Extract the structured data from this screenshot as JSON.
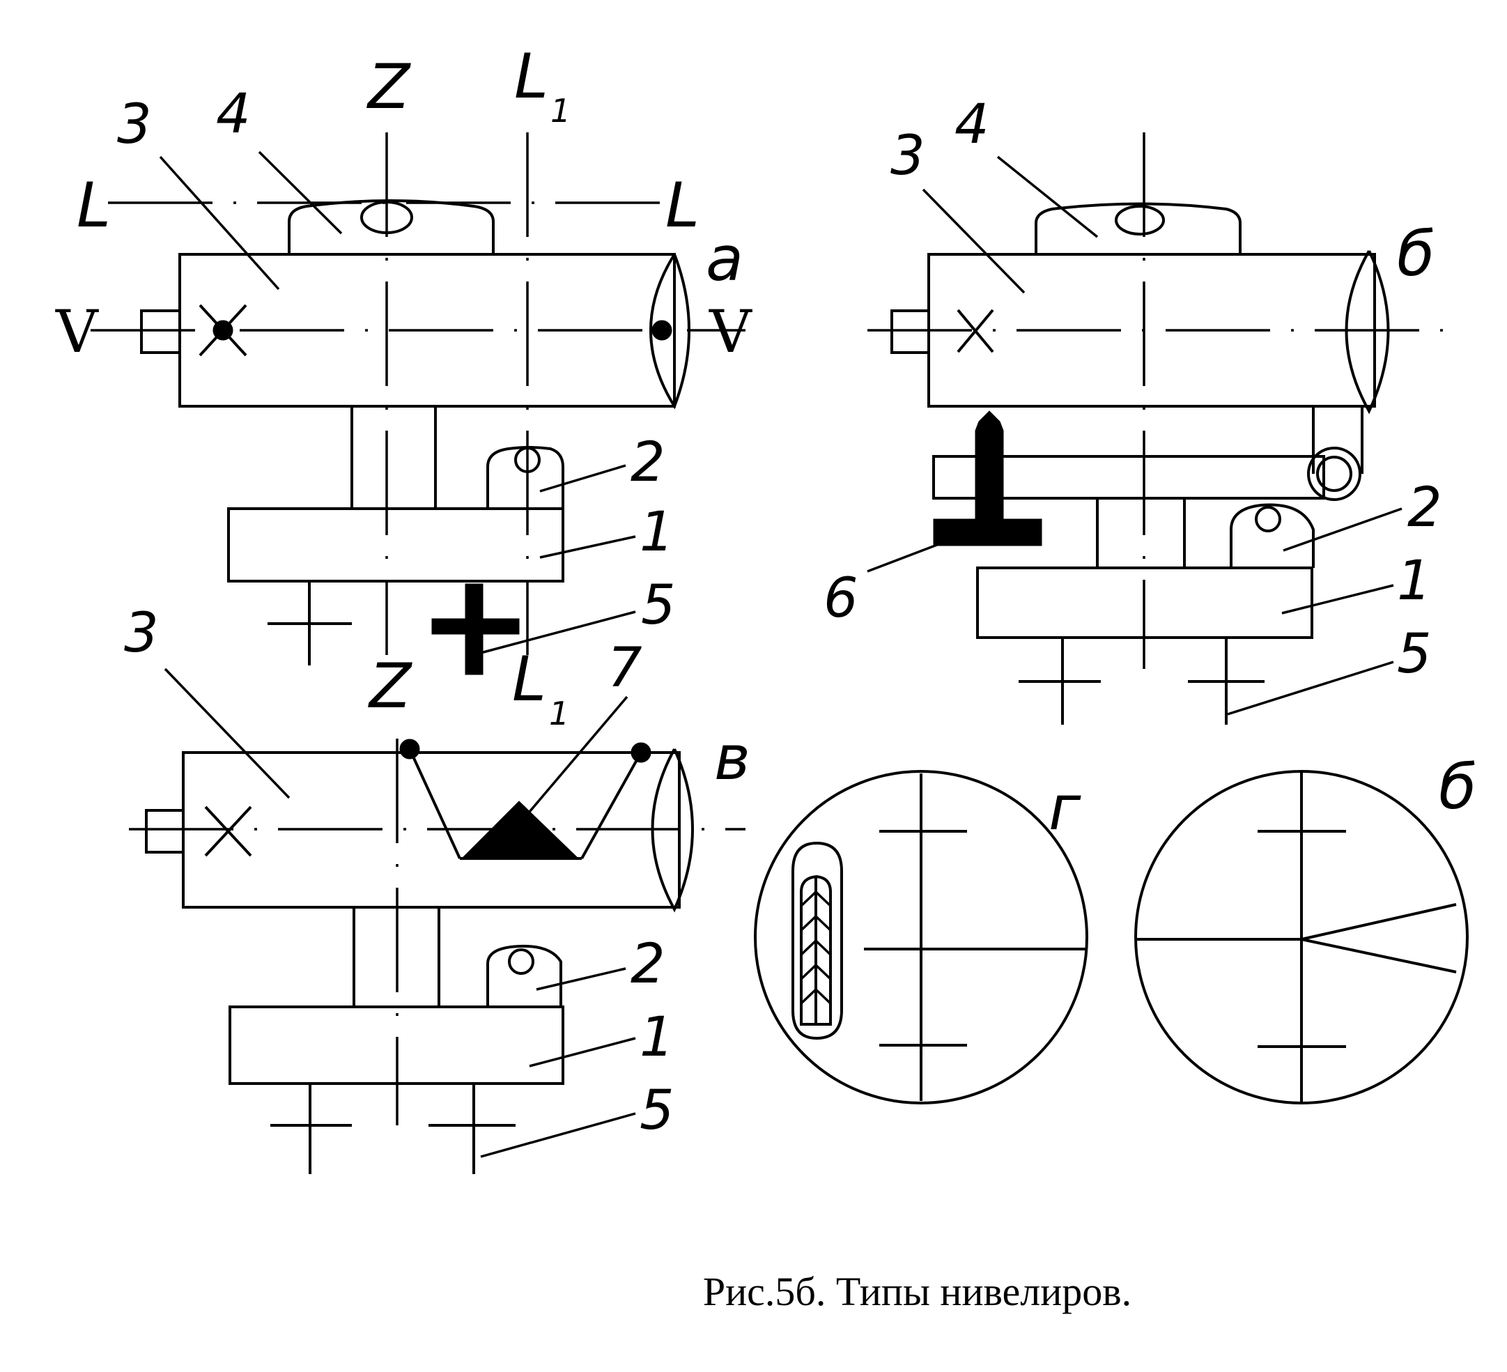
{
  "figure": {
    "caption": "Рис.5б. Типы нивелиров.",
    "panel_labels": {
      "a": "а",
      "b": "б",
      "v": "в",
      "g": "г",
      "d": "б"
    },
    "axis_labels": {
      "Z": "Z",
      "L": "L",
      "L1": "L",
      "L1_sub": "1",
      "V": "V"
    },
    "part_numbers": {
      "p1": "1",
      "p2": "2",
      "p3": "3",
      "p4": "4",
      "p5": "5",
      "p6": "6",
      "p7": "7"
    }
  }
}
